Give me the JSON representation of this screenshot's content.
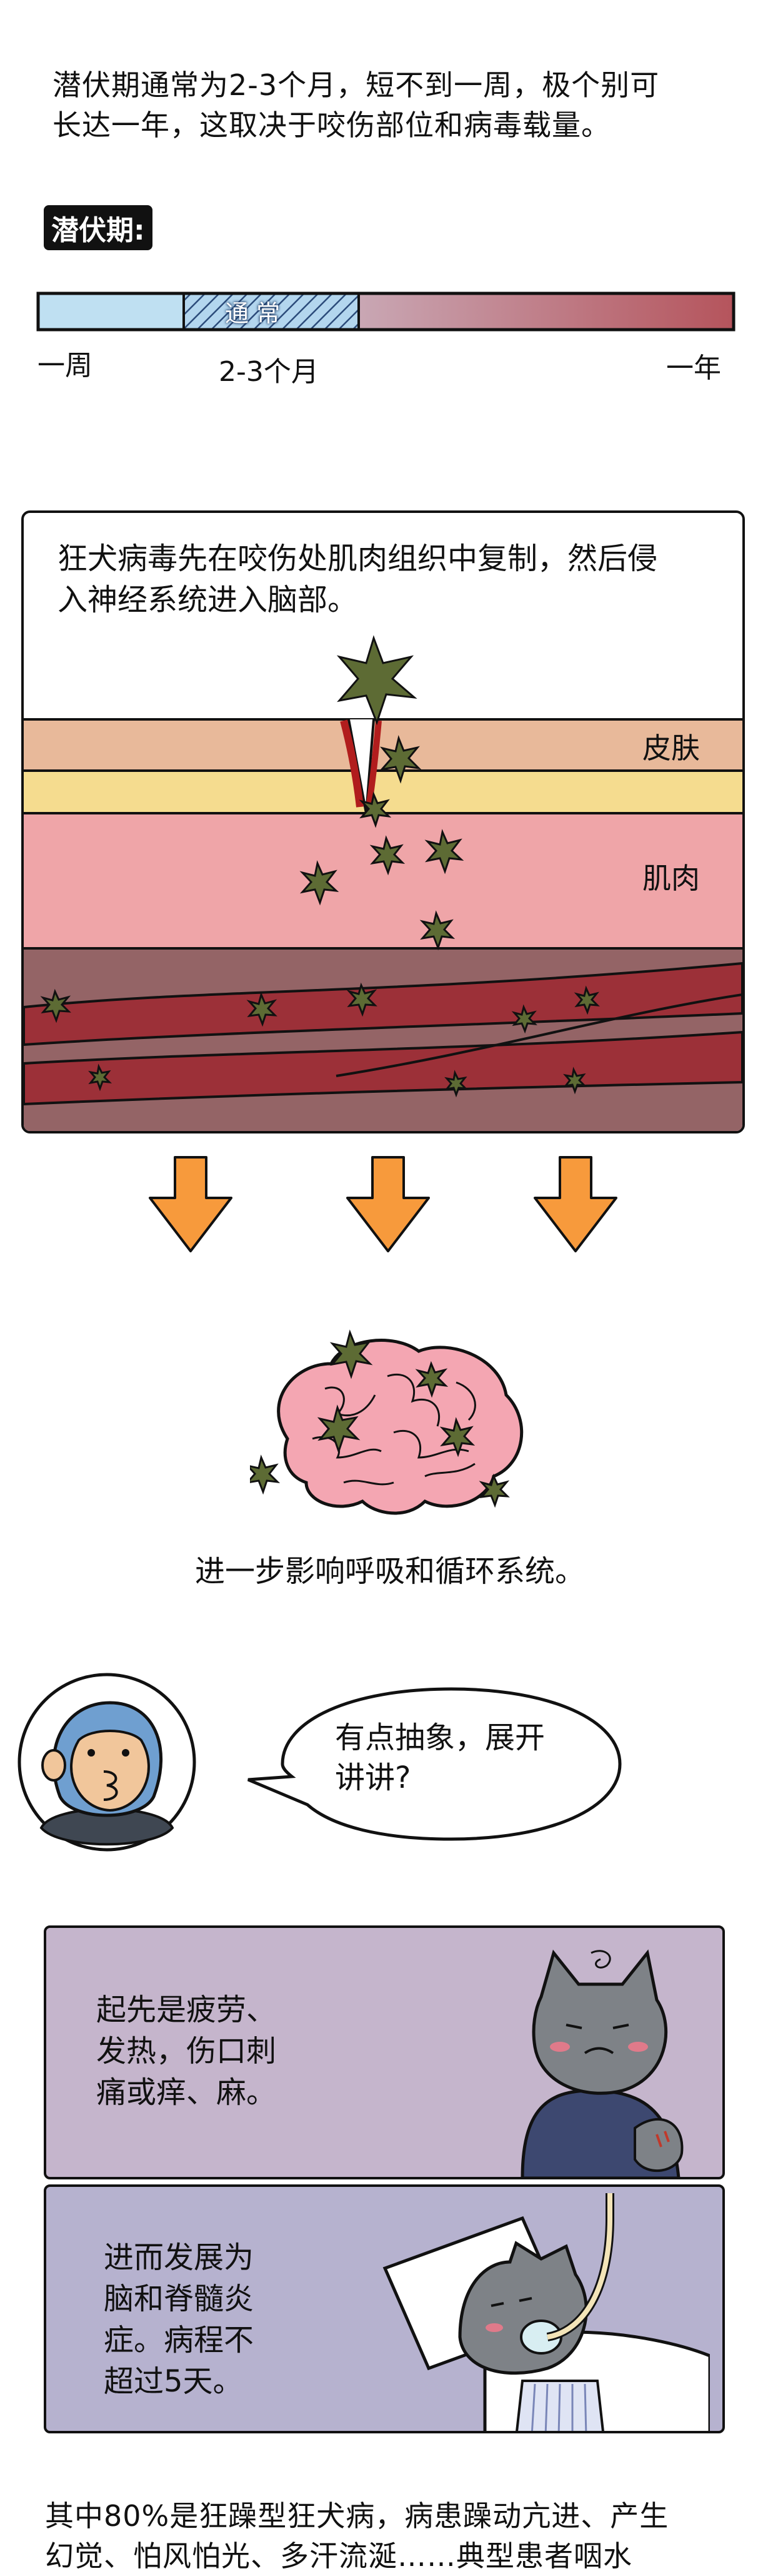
{
  "intro": {
    "line1": "潜伏期通常为2-3个月，短不到一周，极个别可",
    "line2": "长达一年，这取决于咬伤部位和病毒载量。"
  },
  "incubation": {
    "tag": "潜伏期:",
    "band_label": "通 常",
    "left_label": "一周",
    "mid_label": "2-3个月",
    "right_label": "一年"
  },
  "diagram1": {
    "text_line1": "狂犬病毒先在咬伤处肌肉组织中复制，然后侵",
    "text_line2": "入神经系统进入脑部。",
    "skin_label": "皮肤",
    "muscle_label": "肌肉"
  },
  "brain_caption": "进一步影响呼吸和循环系统。",
  "dialog": {
    "line1": "有点抽象，展开",
    "line2": "讲讲?"
  },
  "panel_a": {
    "line1": "起先是疲劳、",
    "line2": "发热，伤口刺",
    "line3": "痛或痒、麻。"
  },
  "panel_b": {
    "line1": "进而发展为",
    "line2": "脑和脊髓炎",
    "line3": "症。病程不",
    "line4": "超过5天。"
  },
  "footer": {
    "line1": "其中80%是狂躁型狂犬病，病患躁动亢进、产生",
    "line2": "幻觉、怕风怕光、多汗流涎……典型患者咽水"
  },
  "colors": {
    "bar_left": "#bfe0f2",
    "bar_right": "#b5545c",
    "skin": "#e8b99a",
    "fat": "#f5dc8f",
    "muscle": "#efa5a8",
    "deep": "#946466",
    "fiber": "#9c3038",
    "virus": "#5d6b34",
    "arrow": "#f79a3c",
    "brain": "#f4a6b2",
    "panel_purple": "#c5b5cc",
    "panel_lavender": "#b6b2cf"
  }
}
